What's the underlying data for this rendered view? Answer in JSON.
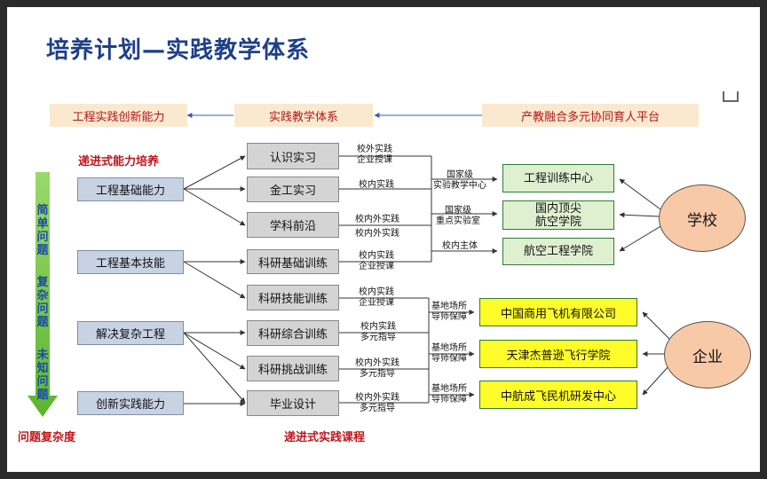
{
  "title": "培养计划—实践教学体系",
  "header": {
    "left": "工程实践创新能力",
    "middle": "实践教学体系",
    "right": "产教融合多元协同育人平台"
  },
  "labels": {
    "progressive_ability": "递进式能力培养",
    "complexity": "问题复杂度",
    "progressive_course": "递进式实践课程"
  },
  "arrow_text": {
    "part1": "简单问题",
    "part2": "复杂问题",
    "part3": "未知问题"
  },
  "abilities": [
    "工程基础能力",
    "工程基本技能",
    "解决复杂工程",
    "创新实践能力"
  ],
  "courses": [
    "认识实习",
    "金工实习",
    "学科前沿",
    "科研基础训练",
    "科研技能训练",
    "科研综合训练",
    "科研挑战训练",
    "毕业设计"
  ],
  "course_notes": [
    [
      "校外实践",
      "企业授课"
    ],
    [
      "校内实践"
    ],
    [
      "校内外实践",
      "校内外实践"
    ],
    [
      "校内实践",
      "企业授课"
    ],
    [
      "校内实践",
      "企业授课"
    ],
    [
      "校内实践",
      "多元指导"
    ],
    [
      "校内外实践",
      "多元指导"
    ],
    [
      "校内外实践",
      "多元指导"
    ]
  ],
  "school_centers": [
    {
      "note": [
        "国家级",
        "实验教学中心"
      ],
      "name": [
        "工程训练中心"
      ]
    },
    {
      "note": [
        "国家级",
        "重点实验室"
      ],
      "name": [
        "国内顶尖",
        "航空学院"
      ]
    },
    {
      "note": [
        "校内主体"
      ],
      "name": [
        "航空工程学院"
      ]
    }
  ],
  "companies": [
    {
      "note": [
        "基地场所",
        "导师保障"
      ],
      "name": "中国商用飞机有限公司"
    },
    {
      "note": [
        "基地场所",
        "导师保障"
      ],
      "name": "天津杰普逊飞行学院"
    },
    {
      "note": [
        "基地场所",
        "导师保障"
      ],
      "name": "中航成飞民机研发中心"
    }
  ],
  "school": "学校",
  "enterprise": "企业",
  "colors": {
    "title": "#1e3f8a",
    "header_fill": "#fbe9cf",
    "header_text": "#b0161b",
    "ability_fill": "#c7d2e3",
    "course_fill": "#d4d4d4",
    "center_fill": "#dff0d0",
    "company_fill": "#fffc2a",
    "circle_fill": "#f8c9a6",
    "arrow_green": "#7ac943",
    "arrow_blue_text": "#1a4aa8"
  }
}
